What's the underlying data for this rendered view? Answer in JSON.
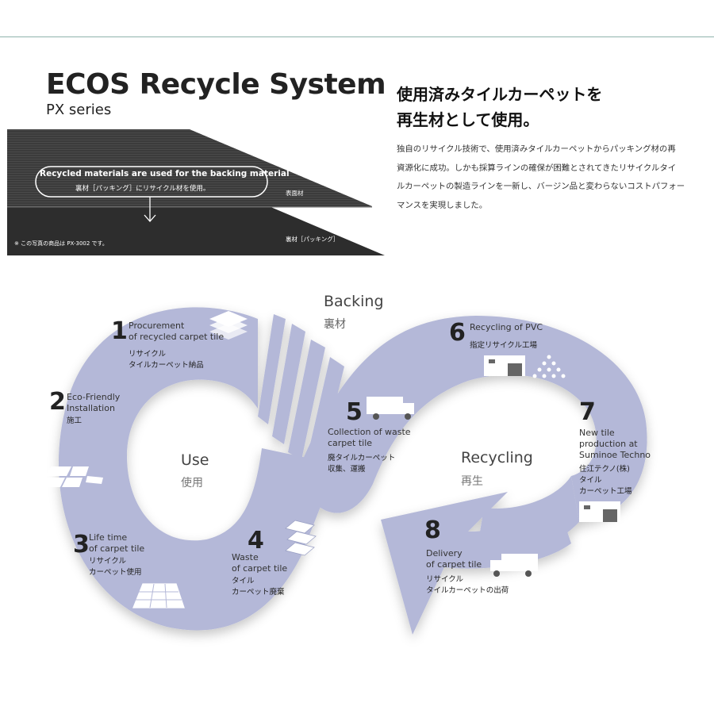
{
  "header": {
    "title": "ECOS Recycle System",
    "subtitle": "PX series"
  },
  "photo": {
    "caption_en": "Recycled materials are used for the backing material",
    "caption_jp": "裏材［パッキング］にリサイクル材を使用。",
    "label_surface": "表面材",
    "label_backing": "裏材［パッキング］",
    "note": "※ この写真の商品は PX-3002 です。"
  },
  "intro": {
    "headline": [
      "使用済みタイルカーペットを",
      "再生材として使用。"
    ],
    "body": [
      "独自のリサイクル技術で、使用済みタイルカーペットからパッキング材の再",
      "資源化に成功。しかも採算ラインの確保が困難とされてきたリサイクルタイ",
      "ルカーペットの製造ラインを一新し、バージン品と変わらないコストパフォー",
      "マンスを実現しました。"
    ]
  },
  "cycle": {
    "zones": {
      "backing_en": "Backing",
      "backing_jp": "裏材",
      "use_en": "Use",
      "use_jp": "使用",
      "recycling_en": "Recycling",
      "recycling_jp": "再生"
    },
    "steps": [
      {
        "number": "1",
        "en": [
          "Procurement",
          "of recycled carpet tile"
        ],
        "jp": [
          "リサイクル",
          "タイルカーペット納品"
        ],
        "icon": "stacked-tiles-icon"
      },
      {
        "number": "2",
        "en": [
          "Eco-Friendly",
          "Installation"
        ],
        "jp": [
          "施工"
        ],
        "icon": "laying-tiles-icon"
      },
      {
        "number": "3",
        "en": [
          "Life time",
          "of carpet tile"
        ],
        "jp": [
          "リサイクル",
          "カーペット使用"
        ],
        "icon": "tiled-floor-icon"
      },
      {
        "number": "4",
        "en": [
          "Waste",
          "of carpet tile"
        ],
        "jp": [
          "タイル",
          "カーペット廃棄"
        ],
        "icon": "waste-tiles-icon"
      },
      {
        "number": "5",
        "en": [
          "Collection of waste",
          "carpet tile"
        ],
        "jp": [
          "廃タイルカーペット",
          "収集、運搬"
        ],
        "icon": "truck-icon"
      },
      {
        "number": "6",
        "en": [
          "Recycling of PVC"
        ],
        "jp": [
          "指定リサイクル工場"
        ],
        "icon": "factory-icon"
      },
      {
        "number": "7",
        "en": [
          "New tile",
          "production at",
          "Suminoe Techno"
        ],
        "jp": [
          "住江テクノ(株)",
          "タイル",
          "カーペット工場"
        ],
        "icon": "factory-icon"
      },
      {
        "number": "8",
        "en": [
          "Delivery",
          "of carpet tile"
        ],
        "jp": [
          "リサイクル",
          "タイルカーペットの出荷"
        ],
        "icon": "truck-icon"
      }
    ]
  },
  "colors": {
    "band": "#b4b8d8",
    "accent_rule": "#8fb3ad",
    "carpet_dark": "#3a3a3a"
  }
}
